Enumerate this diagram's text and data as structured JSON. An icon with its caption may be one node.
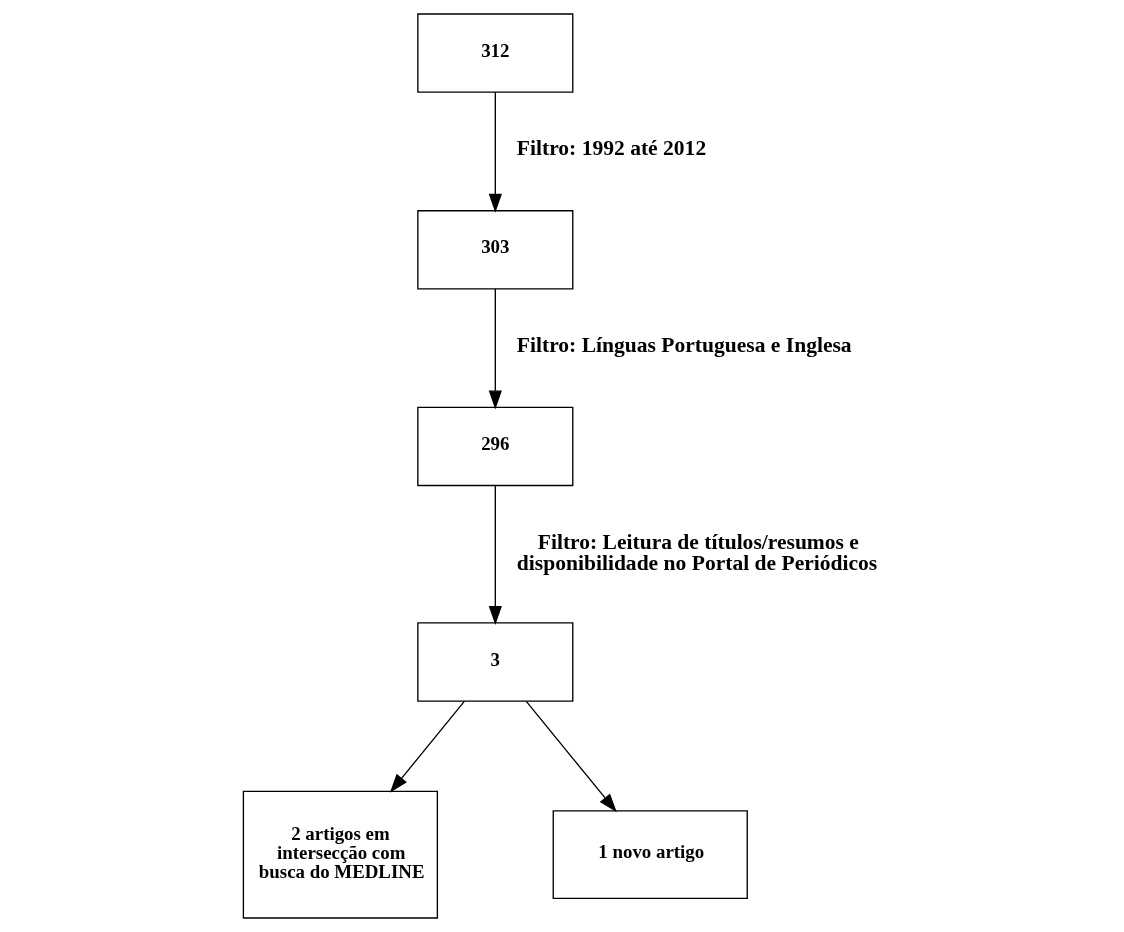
{
  "diagram": {
    "nodes": [
      {
        "text": [
          "312"
        ]
      },
      {
        "text": [
          "303"
        ]
      },
      {
        "text": [
          "296"
        ]
      },
      {
        "text": [
          "3"
        ]
      },
      {
        "text": [
          "2 artigos em intersecção com busca do MEDLINE"
        ]
      },
      {
        "text": [
          "1 novo artigo"
        ]
      }
    ],
    "edges": [
      {
        "from": 0,
        "to": 1,
        "arrow": "to",
        "label": "Filtro: 1992 até 2012"
      },
      {
        "from": 1,
        "to": 2,
        "arrow": "to",
        "label": "Filtro: Línguas Portuguesa e Inglesa"
      },
      {
        "from": 2,
        "to": 3,
        "arrow": "to",
        "label": "Filtro: Leitura de títulos/resumos e disponibilidade no Portal de Periódicos"
      },
      {
        "from": 3,
        "to": 4,
        "arrow": "to"
      },
      {
        "from": 3,
        "to": 5,
        "arrow": "to"
      }
    ]
  }
}
